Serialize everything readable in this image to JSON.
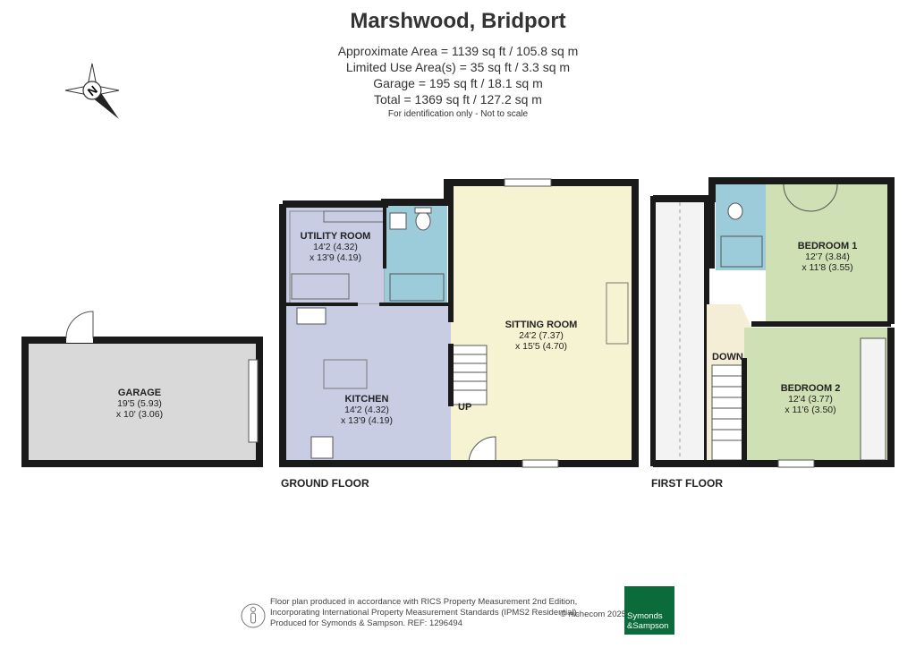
{
  "header": {
    "title": "Marshwood, Bridport",
    "areas": [
      "Approximate Area = 1139 sq ft / 105.8 sq m",
      "Limited Use Area(s) = 35 sq ft / 3.3 sq m",
      "Garage = 195 sq ft / 18.1 sq m",
      "Total = 1369 sq ft / 127.2 sq m"
    ],
    "note": "For identification only - Not to scale"
  },
  "compass": {
    "letter": "N"
  },
  "rooms": {
    "garage": {
      "name": "GARAGE",
      "dim1": "19'5 (5.93)",
      "dim2": "x 10' (3.06)"
    },
    "utility": {
      "name": "UTILITY ROOM",
      "dim1": "14'2 (4.32)",
      "dim2": "x 13'9 (4.19)"
    },
    "kitchen": {
      "name": "KITCHEN",
      "dim1": "14'2 (4.32)",
      "dim2": "x 13'9 (4.19)"
    },
    "sitting": {
      "name": "SITTING ROOM",
      "dim1": "24'2 (7.37)",
      "dim2": "x 15'5 (4.70)"
    },
    "bedroom1": {
      "name": "BEDROOM 1",
      "dim1": "12'7 (3.84)",
      "dim2": "x 11'8 (3.55)"
    },
    "bedroom2": {
      "name": "BEDROOM 2",
      "dim1": "12'4 (3.77)",
      "dim2": "x 11'6 (3.50)"
    }
  },
  "stairs": {
    "up": "UP",
    "down": "DOWN"
  },
  "floors": {
    "ground": "GROUND FLOOR",
    "first": "FIRST FLOOR"
  },
  "footer": {
    "line1": "Floor plan produced in accordance with RICS Property Measurement 2nd Edition,",
    "line2": "Incorporating International Property Measurement Standards (IPMS2 Residential).",
    "line3": "Produced for Symonds & Sampson.   REF:  1296494",
    "copyright": "© nichecom 2025.",
    "logo_line1": "Symonds",
    "logo_line2": "&Sampson"
  },
  "colors": {
    "garage_fill": "#d9d9d9",
    "kitchen_fill": "#c9cde3",
    "sitting_fill": "#f6f3d2",
    "bath_fill": "#9ccbd9",
    "bedroom_fill": "#cfe0b4",
    "landing_fill": "#f4eed6",
    "wall": "#1a1a1a",
    "logo_green": "#0b6b3a"
  }
}
